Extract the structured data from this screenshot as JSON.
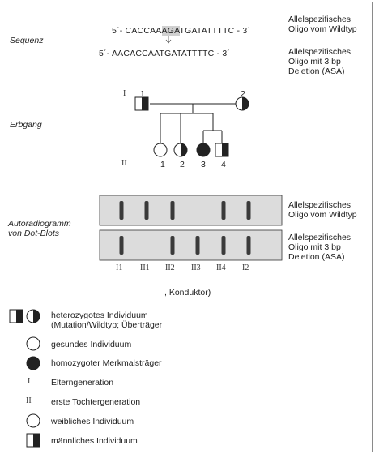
{
  "sections": {
    "sequence": "Sequenz",
    "inheritance": "Erbgang",
    "autoradiogram": "Autoradiogramm\nvon Dot-Blots"
  },
  "sequence": {
    "wt_prefix": "5´- CACCAA",
    "wt_highlight": "AGA",
    "wt_suffix": "TGATATTTTC - 3´",
    "asa": "5´- AACACCAATGATATTTTC - 3´"
  },
  "oligo_labels": {
    "wildtype": "Allelspezifisches\nOligo vom Wildtyp",
    "deletion": "Allelspezifisches\nOligo mit 3 bp\nDeletion (ASA)"
  },
  "pedigree": {
    "gen1": "I",
    "gen2": "II",
    "gen1_numbers": [
      "1",
      "2"
    ],
    "gen2_numbers": [
      "1",
      "2",
      "3",
      "4"
    ]
  },
  "dotblot": {
    "wildtype_row": [
      true,
      true,
      true,
      false,
      true,
      true
    ],
    "deletion_row": [
      true,
      false,
      true,
      true,
      true,
      true
    ],
    "lane_labels": [
      "I1",
      "II1",
      "II2",
      "II3",
      "II4",
      "I2"
    ]
  },
  "konduktor_note": ", Konduktor)",
  "legend": [
    {
      "symbol": "hetero",
      "text": "heterozygotes Individuum\n(Mutation/Wildtyp; Überträger"
    },
    {
      "symbol": "open-circle",
      "text": "gesundes Individuum"
    },
    {
      "symbol": "filled-circle",
      "text": "homozygoter Merkmalsträger"
    },
    {
      "symbol": "gen-I",
      "text": "Elterngeneration",
      "mark": "I"
    },
    {
      "symbol": "gen-II",
      "text": "erste Tochtergeneration",
      "mark": "II"
    },
    {
      "symbol": "female",
      "text": "weibliches Individuum"
    },
    {
      "symbol": "male",
      "text": "männliches Individuum"
    }
  ],
  "colors": {
    "panel_fill": "#dcdcdc",
    "dot_fill": "#3a3a3a",
    "line": "#222222",
    "highlight": "#cfcfcf"
  }
}
